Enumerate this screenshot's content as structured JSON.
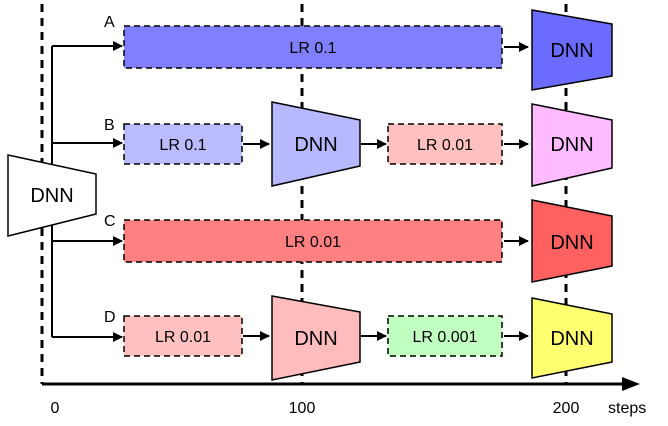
{
  "branches": [
    {
      "label": "A",
      "lr1": "LR 0.1",
      "dnn": "DNN"
    },
    {
      "label": "B",
      "lr1": "LR 0.1",
      "mid_dnn": "DNN",
      "lr2": "LR 0.01",
      "dnn": "DNN"
    },
    {
      "label": "C",
      "lr1": "LR 0.01",
      "dnn": "DNN"
    },
    {
      "label": "D",
      "lr1": "LR 0.01",
      "mid_dnn": "DNN",
      "lr2": "LR 0.001",
      "dnn": "DNN"
    }
  ],
  "source_dnn": "DNN",
  "axis": {
    "ticks": [
      "0",
      "100",
      "200"
    ],
    "label": "steps"
  },
  "colors": {
    "lr_01_long": "#8080ff",
    "lr_01_short": "#bbbbff",
    "lr_001_long": "#ff8080",
    "lr_001_short": "#ffc0c0",
    "lr_0001": "#c0ffc0",
    "dnn_a": "#6b6bff",
    "dnn_b": "#ffbbff",
    "dnn_c": "#ff6060",
    "dnn_d": "#ffff70",
    "dnn_mid_b": "#b8b8ff",
    "dnn_mid_d": "#ffbcbc"
  }
}
